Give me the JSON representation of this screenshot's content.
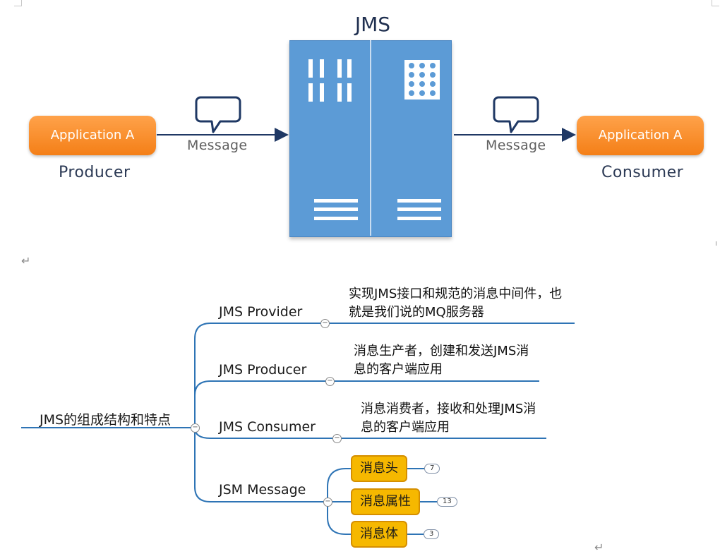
{
  "diagram": {
    "title": "JMS",
    "producer": {
      "box_label": "Application  A",
      "role": "Producer"
    },
    "consumer": {
      "box_label": "Application  A",
      "role": "Consumer"
    },
    "left_message_label": "Message",
    "right_message_label": "Message"
  },
  "mindmap": {
    "root": "JMS的组成结构和特点",
    "branches": [
      {
        "label": "JMS Provider",
        "description_lines": [
          "实现JMS接口和规范的消息中间件，也",
          "就是我们说的MQ服务器"
        ]
      },
      {
        "label": "JMS Producer",
        "description_lines": [
          "消息生产者，创建和发送JMS消",
          "息的客户端应用"
        ]
      },
      {
        "label": "JMS Consumer",
        "description_lines": [
          "消息消费者，接收和处理JMS消",
          "息的客户端应用"
        ]
      },
      {
        "label": "JSM Message",
        "children": [
          {
            "label": "消息头",
            "badge": "7"
          },
          {
            "label": "消息属性",
            "badge": "13"
          },
          {
            "label": "消息体",
            "badge": "3"
          }
        ]
      }
    ],
    "collapse_symbol": "−"
  },
  "paragraph_mark": "↵",
  "colors": {
    "orange": "#f7891f",
    "server_blue": "#5c9bd6",
    "line_blue": "#2e74b5",
    "pill_yellow": "#f6b800",
    "navy": "#1f3864"
  }
}
